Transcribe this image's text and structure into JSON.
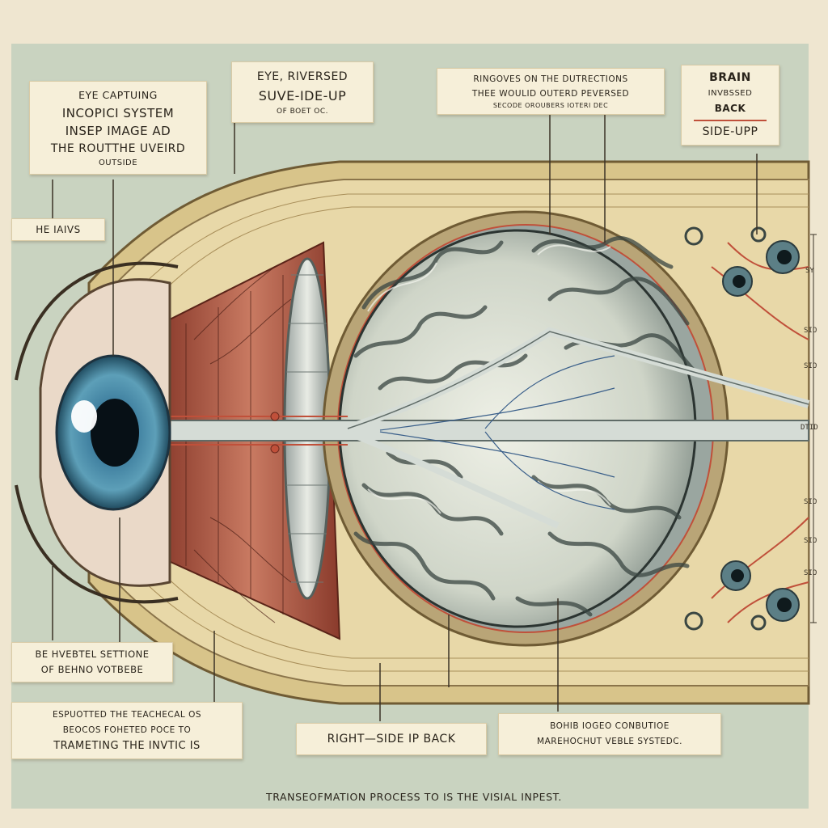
{
  "labels": {
    "top_left": [
      "EYE CAPTUING",
      "INCOPICI SYSTEM",
      "INSEP IMAGE AD",
      "THE ROUTTHE UVEIRD",
      "OUTSIDE"
    ],
    "eye_reversed": [
      "EYE, RIVERSED",
      "SUVE-IDE-UP",
      "OF BOET OC."
    ],
    "top_center": [
      "RINGOVES ON THE DUTRECTIONS",
      "THEE WOULID OUTERD PEVERSED",
      "SECODE OROUBERS IOTERI DEC"
    ],
    "brain_box": {
      "line1": "BRAIN",
      "line2": "INVBSSED",
      "line3": "BACK",
      "line4": "SIDE-UPP"
    },
    "he_maivs": "HE IAIVS",
    "bottom_left": [
      "BE HVEBTEL SETTIONE",
      "OF BEHNO VOTBEBE"
    ],
    "bottom_left2": [
      "ESPUOTTED THE TEACHECAL OS",
      "BEOCOS FOHETED POCE TO",
      "TRAMETING THE INVTIC IS"
    ],
    "right_side": "RIGHT—SIDE IP BACK",
    "bottom_right": [
      "BOHIB IOGEO CONBUTIOE",
      "MAREHOCHUT VEBLE SYSTEDC."
    ],
    "caption": "TRANSEOFMATION PROCESS TO IS THE VISIAL INPEST."
  },
  "side_ticks": [
    "SY",
    "SIO",
    "SIO",
    "DTID",
    "SIO",
    "SIO",
    "SIO"
  ],
  "colors": {
    "background": "#efe6d0",
    "panel": "#c9d3c0",
    "iris": "#3f7f9f",
    "brain": "#d9ddd2",
    "vessel": "#c0503a",
    "tan": "#d8c48a"
  }
}
